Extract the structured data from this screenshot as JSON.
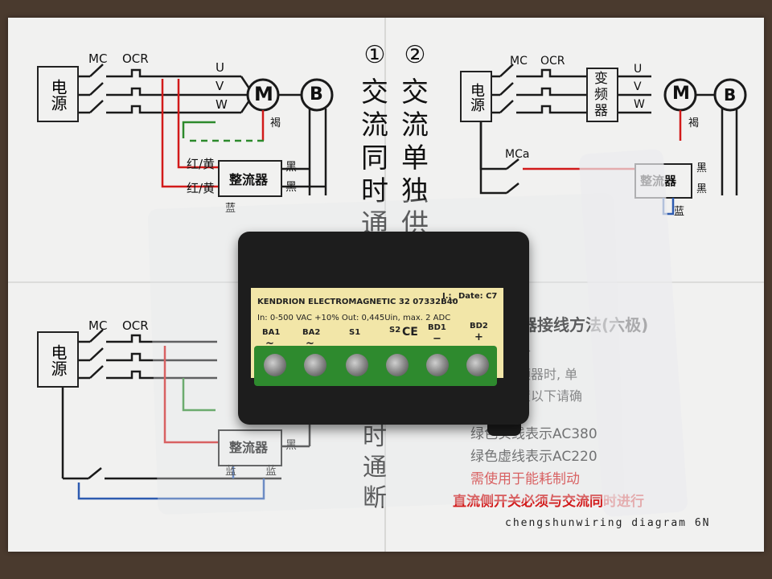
{
  "diagram1": {
    "power_label": "电源",
    "mc": "MC",
    "ocr": "OCR",
    "u": "U",
    "v": "V",
    "w": "W",
    "motor": "M",
    "brake": "B",
    "brown": "褐",
    "red_yellow_1": "红/黄",
    "red_yellow_2": "红/黄",
    "black_1": "黑",
    "black_2": "黑",
    "blue": "蓝",
    "rectifier": "整流器"
  },
  "diagram2": {
    "power_label": "电源",
    "mc": "MC",
    "ocr": "OCR",
    "vfd": "变频器",
    "u": "U",
    "v": "V",
    "w": "W",
    "motor": "M",
    "brake": "B",
    "brown": "褐",
    "mca": "MCa",
    "black_1": "黑",
    "black_2": "黑",
    "blue": "蓝",
    "rectifier": "整流器"
  },
  "diagram3": {
    "power_label": "电源",
    "mc": "MC",
    "ocr": "OCR",
    "rectifier": "整流器",
    "black": "黑",
    "blue_1": "蓝",
    "blue_2": "蓝"
  },
  "vertical_titles": {
    "t1_num": "①",
    "t1_text": "交流同时通断",
    "t2_num": "②",
    "t2_text": "交流单独供电",
    "t3_text": "时通断"
  },
  "notes": {
    "heading": "流器接线方法(六极)",
    "line1": "场合",
    "line2": "变频器时, 单",
    "line3": "装置以下请确",
    "bullet1": "绿色实线表示AC380",
    "bullet2": "绿色虚线表示AC220",
    "bullet3": "需使用于能耗制动",
    "bullet4": "直流侧开关必须与交流同时进行"
  },
  "device_label": {
    "line1": "KENDRION ELECTROMAGNETIC 32 07332B40",
    "date": "I.:_ Date: C7",
    "line2": "In: 0-500 VAC +10%  Out: 0,445Uin,  max. 2 ADC",
    "terminals": [
      "BA1",
      "BA2",
      "S1",
      "S2",
      "BD1",
      "BD2"
    ],
    "symbols": [
      "~",
      "~",
      "",
      "",
      "−",
      "+"
    ],
    "ce": "CE"
  },
  "footer": "chengshunwiring diagram 6N",
  "colors": {
    "paper": "#f1f1f0",
    "wire_black": "#1a1a1a",
    "wire_red": "#d21a1a",
    "wire_green": "#2c8a2c",
    "wire_blue": "#2d5bb0",
    "label_yellow": "#f2e6a8",
    "terminal_green": "#2e8a2e"
  }
}
